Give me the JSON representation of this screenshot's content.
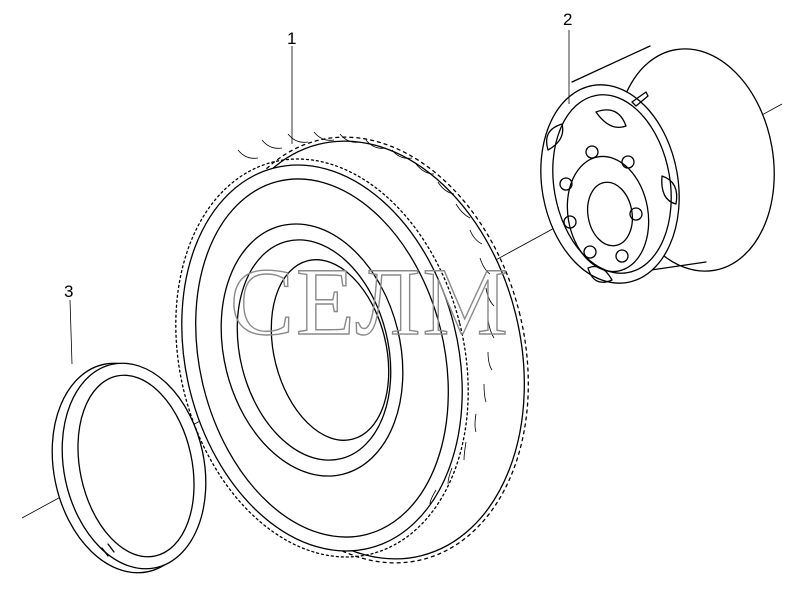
{
  "callouts": {
    "tyre": "1",
    "wheel_rim": "2",
    "lock_ring": "3"
  },
  "watermark": "СЕЛМ",
  "colors": {
    "line": "#000000",
    "watermark": "#8a8a8a",
    "background": "#ffffff"
  }
}
